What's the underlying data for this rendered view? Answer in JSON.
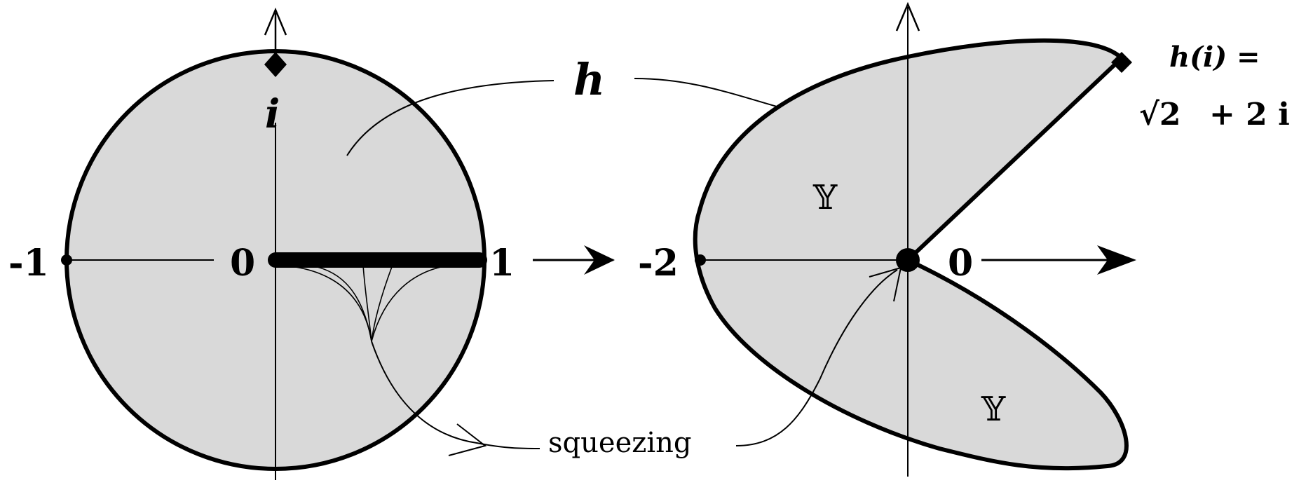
{
  "labels": {
    "h": "h",
    "i": "i",
    "left_neg1": "-1",
    "left_zero": "0",
    "left_one": "1",
    "right_neg2": "-2",
    "right_zero": "0",
    "Y_upper": "𝕐",
    "Y_lower": "𝕐",
    "squeezing": "squeezing",
    "hi_line1": "h(i) =",
    "hi_sqrt": "√2",
    "hi_rest": "+ 2 i"
  },
  "colors": {
    "region_fill": "#d9d9d9",
    "stroke": "#000000"
  }
}
